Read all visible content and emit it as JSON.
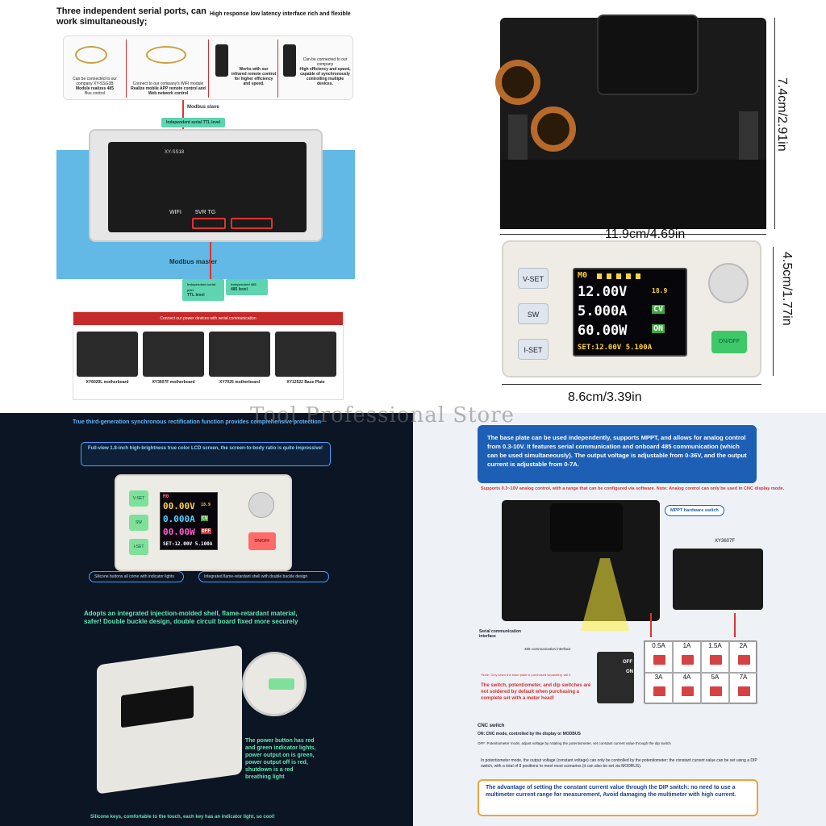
{
  "watermark": "Tool Professional Store",
  "q1": {
    "title": "Three independent serial ports, can work simultaneously;",
    "subtitle": "High response low latency interface rich and flexible",
    "panels": [
      {
        "small": "Can be connected to our company XY-SSG3B",
        "label": "Module realizes 485",
        "sub": "Bus control"
      },
      {
        "small": "Connect to our company's WIFI module",
        "label": "Realize mobile APP remote control and",
        "sub": "Web network control"
      },
      {
        "small": "",
        "label": "Works with our infrared remote control for higher efficiency and speed.",
        "sub": ""
      },
      {
        "small": "Can be connected to our company",
        "label": "High efficiency and speed, capable of synchronously controlling multiple devices.",
        "sub": ""
      }
    ],
    "modbus_slave": "Modbus slave",
    "ttl_top": "Independent serial TTL level",
    "board_name": "XY-SS18",
    "wifi": "WIFI",
    "pins": "5VR TG",
    "modbus_master": "Modbus master",
    "ttl_left_small": "Independent serial port",
    "ttl_left": "TTL level",
    "ttl_right_small": "Independent 485",
    "ttl_right": "485 level",
    "connect_bar": "Connect our power devices with serial communication",
    "boards": [
      "XY6020L motherboard",
      "XY3607F motherboard",
      "XY7025 motherboard",
      "XY12522 Base Plate"
    ]
  },
  "q2": {
    "dim_width_top": "11.9cm/4.69in",
    "dim_height_top": "7.4cm/2.91in",
    "dim_height_bottom": "4.5cm/1.77in",
    "dim_width_bottom": "8.6cm/3.39in",
    "btn_vset": "V-SET",
    "btn_sw": "SW",
    "btn_iset": "I-SET",
    "btn_onoff": "ON/OFF",
    "lcd": {
      "mode": "M0",
      "volt": "12.00V",
      "amp": "5.000A",
      "watt": "60.00W",
      "cv": "CV",
      "on": "ON",
      "small": "18.9",
      "set": "SET:12.00V 5.100A"
    }
  },
  "q3": {
    "top": "True third-generation synchronous rectification function provides comprehensive protection",
    "screen": "Full-view 1.8-inch high-brightness true color LCD screen, the screen-to-body ratio is quite impressive!",
    "btn_vset": "V-SET",
    "btn_sw": "SW",
    "btn_iset": "I-SET",
    "btn_onoff": "ON/OFF",
    "lcd": {
      "mode": "M0",
      "volt": "00.00V",
      "amp": "0.000A",
      "watt": "00.00W",
      "cv": "CV",
      "off": "OFF",
      "small": "18.9",
      "set": "SET:12.00V 5.100A"
    },
    "tag_left": "Silicone buttons all come with indicator lights",
    "tag_right": "Integrated flame-retardant shell with double buckle design",
    "mid": "Adopts an integrated injection-molded shell, flame-retardant material, safer! Double buckle design, double circuit board fixed more securely",
    "power": "The power button has red and green indicator lights, power output on is green, power output off is red, shutdown is a red breathing light",
    "bottom": "Silicone keys, comfortable to the touch, each key has an indicator light, so cool!"
  },
  "q4": {
    "banner": "The base plate can be used independently, supports MPPT, and allows for analog control from 0.3-10V. It features serial communication and onboard 485 communication (which can be used simultaneously). The output voltage is adjustable from 0-36V, and the output current is adjustable from 0-7A.",
    "note": "Supports 0.3~10V analog control, with a range that can be configured via software. Note: Analog control can only be used in CNC display mode.",
    "mppt": "MPPT hardware switch",
    "model": "XY3607F",
    "serial": "Serial communication interface",
    "i485": "485 communication interface",
    "grid": [
      "0.5A",
      "1A",
      "1.5A",
      "2A",
      "3A",
      "4A",
      "5A",
      "7A"
    ],
    "warn_small": "*Note: Only when the base plate is purchased separately, will it",
    "warn": "The switch, potentiometer, and dip switches are not soldered by default when purchasing a complete set with a meter head!",
    "cnc_title": "CNC switch",
    "cnc_on": "ON: CNC mode, controlled by the display or MODBUS",
    "cnc_off": "OFF: Potentiometer mode, adjust voltage by rotating the potentiometer, set constant current value through the dip switch",
    "pot": "In potentiometer mode, the output voltage (constant voltage) can only be controlled by the potentiometer; the constant current value can be set using a DIP switch, with a total of 8 positions to meet most scenarios (it can also be set via MODBUS).",
    "final": "The advantage of setting the constant current value through the DIP switch: no need to use a multimeter current range for measurement, Avoid damaging the multimeter with high current."
  }
}
